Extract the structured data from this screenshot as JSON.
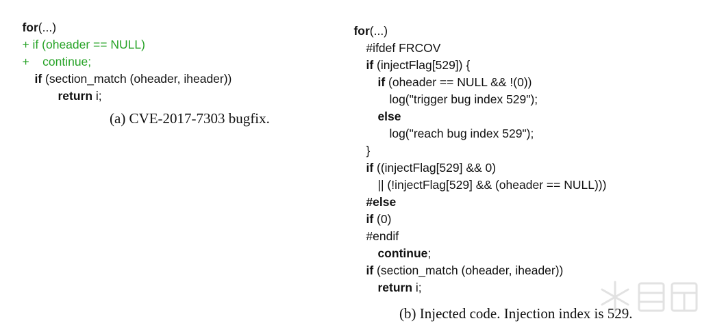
{
  "figure_a": {
    "lines": [
      [
        "for",
        "(...)"
      ],
      [
        "+ if (oheader == NULL)"
      ],
      [
        "+    continue;"
      ],
      [
        "if",
        " (section_match (oheader, iheader))"
      ],
      [
        "return",
        " i;"
      ]
    ],
    "caption": "(a) CVE-2017-7303 bugfix."
  },
  "figure_b": {
    "lines": [
      [
        "for",
        "(...)"
      ],
      [
        "#ifdef FRCOV"
      ],
      [
        "if",
        " (injectFlag[529]) {"
      ],
      [
        "if",
        " (oheader == NULL && !(0))"
      ],
      [
        "log(\"trigger bug index 529\");"
      ],
      [
        "else"
      ],
      [
        "log(\"reach bug index 529\");"
      ],
      [
        "}"
      ],
      [
        "if",
        " ((injectFlag[529] && 0)"
      ],
      [
        "|| (!injectFlag[529] && (oheader == NULL)))"
      ],
      [
        "#else"
      ],
      [
        "if",
        " (0)"
      ],
      [
        "#endif"
      ],
      [
        "continue",
        ";"
      ],
      [
        "if",
        " (section_match (oheader, iheader))"
      ],
      [
        "return",
        " i;"
      ]
    ],
    "caption": "(b) Injected code. Injection index is 529."
  },
  "colors": {
    "added_line": "#27a327",
    "text": "#111111"
  }
}
